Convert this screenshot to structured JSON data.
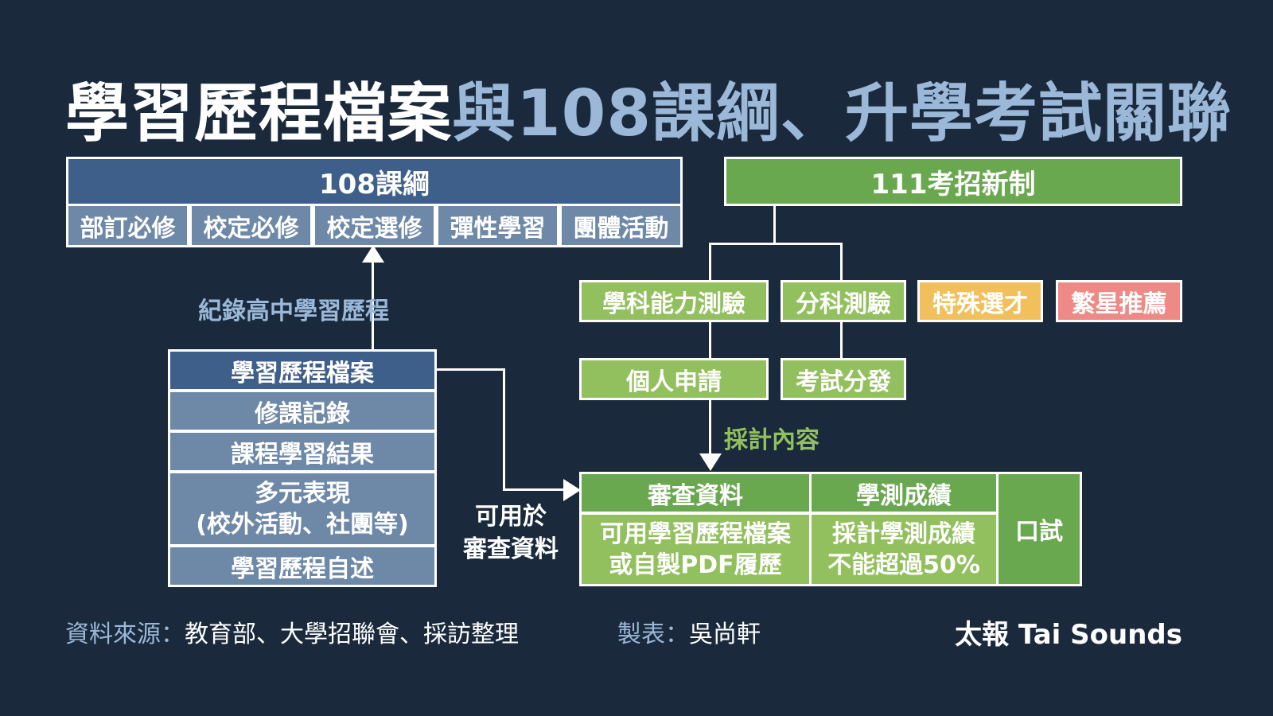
{
  "title": {
    "part1": "學習歷程檔案",
    "part2": "與108課綱、升學考試關聯"
  },
  "curriculum": {
    "header": "108課綱",
    "items": [
      "部訂必修",
      "校定必修",
      "校定選修",
      "彈性學習",
      "團體活動"
    ]
  },
  "admission": {
    "header": "111考招新制",
    "tests": [
      "學科能力測驗",
      "分科測驗",
      "特殊選才",
      "繁星推薦"
    ],
    "routes": [
      "個人申請",
      "考試分發"
    ]
  },
  "arrow_label": "紀錄高中學習歷程",
  "portfolio": {
    "header": "學習歷程檔案",
    "items": [
      "修課記錄",
      "課程學習結果",
      "多元表現",
      "(校外活動、社團等)",
      "學習歷程自述"
    ]
  },
  "usable_label": [
    "可用於",
    "審查資料"
  ],
  "adopt_label": "採計內容",
  "review": {
    "col1_header": "審查資料",
    "col1_body": [
      "可用學習歷程檔案",
      "或自製PDF履歷"
    ],
    "col2_header": "學測成績",
    "col2_body": [
      "採計學測成績",
      "不能超過50%"
    ],
    "col3": "口試"
  },
  "footer": {
    "source_label": "資料來源：",
    "source_text": "教育部、大學招聯會、採訪整理",
    "maker_label": "製表：",
    "maker_text": "吳尚軒",
    "brand": "太報 Tai Sounds"
  },
  "colors": {
    "background": "#1a2a3c",
    "blue_dark": "#3e5f8a",
    "blue_mid": "#6e88a8",
    "green_dark": "#6aa84f",
    "green_light": "#93c05e",
    "orange": "#f1c05c",
    "pink": "#ee8a86",
    "title_accent": "#9bb8d8"
  }
}
